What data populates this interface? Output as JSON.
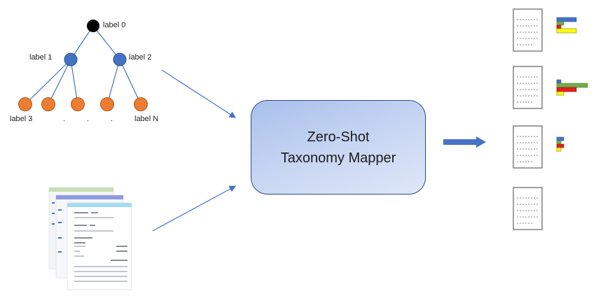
{
  "taxonomy": {
    "root_label": "label 0",
    "level1": [
      "label 1",
      "label 2"
    ],
    "leaf_labels": [
      "label 3",
      ".",
      ".",
      ".",
      "label N"
    ]
  },
  "mapper": {
    "title_line1": "Zero-Shot",
    "title_line2": "Taxonomy Mapper"
  },
  "colors": {
    "root_node": "#000000",
    "level1_node": "#4472c4",
    "leaf_node": "#ed7d31",
    "arrow": "#4472c4",
    "bar_blue": "#4472c4",
    "bar_green": "#70ad47",
    "bar_red": "#e02020",
    "bar_yellow": "#ffff00"
  },
  "icons": {
    "input_documents": "document-stack-icon",
    "output_documents": "document-icon",
    "score_bars": "bar-chart-icon"
  }
}
